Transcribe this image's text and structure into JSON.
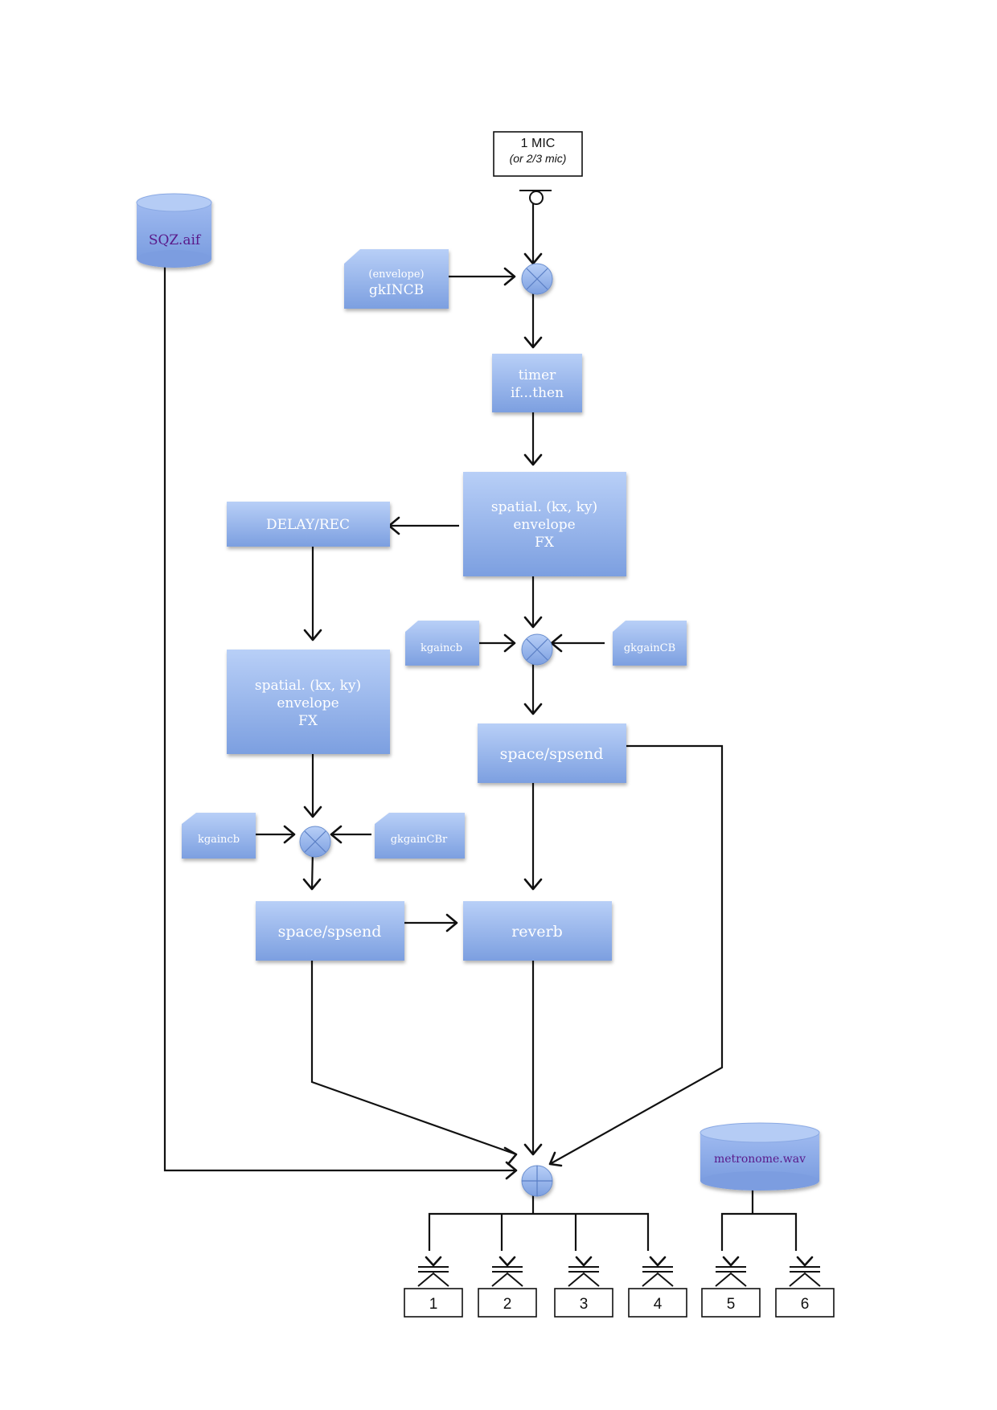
{
  "mic": {
    "line1": "1 MIC",
    "line2": "(or 2/3 mic)"
  },
  "files": {
    "sqz": "SQZ.aif",
    "metronome": "metronome.wav"
  },
  "envelope": {
    "line1": "(envelope)",
    "line2": "gkINCB"
  },
  "timer": {
    "line1": "timer",
    "line2": "if...then"
  },
  "spatial_main": {
    "line1": "spatial. (kx, ky)",
    "line2": "envelope",
    "line3": "FX"
  },
  "spatial_delay": {
    "line1": "spatial. (kx, ky)",
    "line2": "envelope",
    "line3": "FX"
  },
  "delay_rec": "DELAY/REC",
  "gains": {
    "kgaincb_main": "kgaincb",
    "gkgaincb_main": "gkgainCB",
    "kgaincb_delay": "kgaincb",
    "gkgaincbr_delay": "gkgainCBr"
  },
  "space_main": "space/spsend",
  "space_delay": "space/spsend",
  "reverb": "reverb",
  "outputs": [
    "1",
    "2",
    "3",
    "4",
    "5",
    "6"
  ],
  "colors": {
    "box_top": "#b8cff7",
    "box_bottom": "#7c9fe0",
    "node_border": "#6b8fd0",
    "file_text": "#5a1a8a"
  }
}
